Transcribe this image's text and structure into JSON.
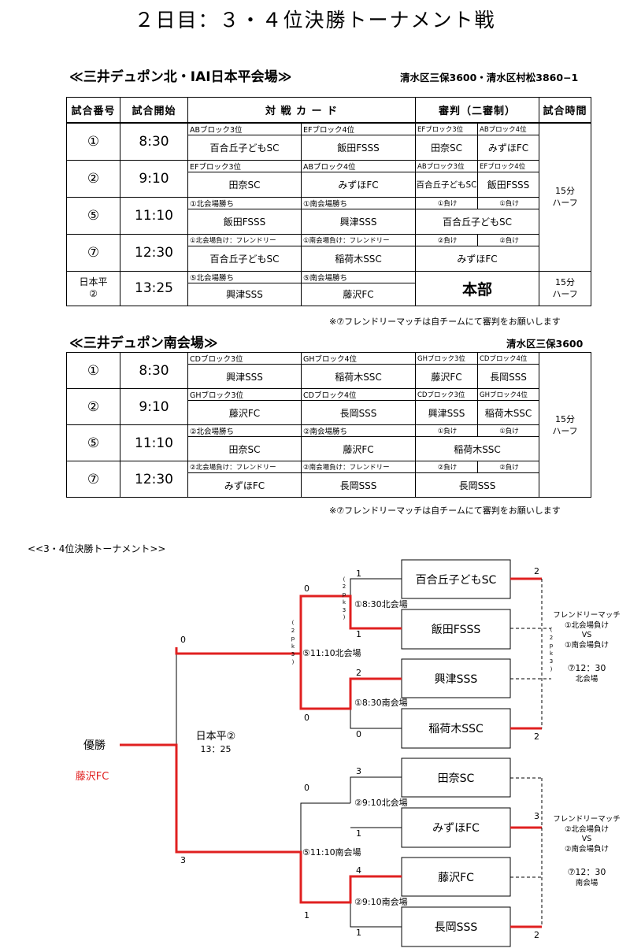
{
  "page": {
    "title": "２日目：３・４位決勝トーナメント戦"
  },
  "venue1": {
    "name": "≪三井デュポン北・IAI日本平会場≫",
    "address": "清水区三保3600・清水区村松3860−1",
    "headers": {
      "match_no": "試合番号",
      "start": "試合開始",
      "card": "対 戦 カ ー ド",
      "referee": "審判（二審制）",
      "duration": "試合時間"
    },
    "rows": [
      {
        "no": "①",
        "time": "8:30",
        "l1": "ABブロック3位",
        "t1": "百合丘子どもSC",
        "l2": "EFブロック4位",
        "t2": "飯田FSSS",
        "rl1": "EFブロック3位",
        "r1": "田奈SC",
        "rl2": "ABブロック4位",
        "r2": "みずほFC"
      },
      {
        "no": "②",
        "time": "9:10",
        "l1": "EFブロック3位",
        "t1": "田奈SC",
        "l2": "ABブロック4位",
        "t2": "みずほFC",
        "rl1": "ABブロック3位",
        "r1": "百合丘子どもSC",
        "rl2": "EFブロック4位",
        "r2": "飯田FSSS"
      },
      {
        "no": "⑤",
        "time": "11:10",
        "l1": "①北会場勝ち",
        "t1": "飯田FSSS",
        "l2": "①南会場勝ち",
        "t2": "興津SSS",
        "rl1": "①負け",
        "rl2": "①負け",
        "rteam": "百合丘子どもSC"
      },
      {
        "no": "⑦",
        "time": "12:30",
        "l1": "①北会場負け：フレンドリー",
        "t1": "百合丘子どもSC",
        "l2": "①南会場負け：フレンドリー",
        "t2": "稲荷木SSC",
        "rl1": "②負け",
        "rl2": "②負け",
        "rteam": "みずほFC"
      },
      {
        "no": "日本平\n②",
        "time": "13:25",
        "l1": "⑤北会場勝ち",
        "t1": "興津SSS",
        "l2": "⑤南会場勝ち",
        "t2": "藤沢FC",
        "rteam": "本部"
      }
    ],
    "duration_a": "15分\nハーフ",
    "duration_b": "15分\nハーフ",
    "note": "※⑦フレンドリーマッチは自チームにて審判をお願いします"
  },
  "venue2": {
    "name": "≪三井デュポン南会場≫",
    "address": "清水区三保3600",
    "rows": [
      {
        "no": "①",
        "time": "8:30",
        "l1": "CDブロック3位",
        "t1": "興津SSS",
        "l2": "GHブロック4位",
        "t2": "稲荷木SSC",
        "rl1": "GHブロック3位",
        "r1": "藤沢FC",
        "rl2": "CDブロック4位",
        "r2": "長岡SSS"
      },
      {
        "no": "②",
        "time": "9:10",
        "l1": "GHブロック3位",
        "t1": "藤沢FC",
        "l2": "CDブロック4位",
        "t2": "長岡SSS",
        "rl1": "CDブロック3位",
        "r1": "興津SSS",
        "rl2": "GHブロック4位",
        "r2": "稲荷木SSC"
      },
      {
        "no": "⑤",
        "time": "11:10",
        "l1": "②北会場勝ち",
        "t1": "田奈SC",
        "l2": "②南会場勝ち",
        "t2": "藤沢FC",
        "rl1": "①負け",
        "rl2": "①負け",
        "rteam": "稲荷木SSC"
      },
      {
        "no": "⑦",
        "time": "12:30",
        "l1": "②北会場負け：フレンドリー",
        "t1": "みずほFC",
        "l2": "②南会場負け：フレンドリー",
        "t2": "長岡SSS",
        "rl1": "②負け",
        "rl2": "②負け",
        "rteam": "長岡SSS"
      }
    ],
    "duration": "15分\nハーフ",
    "note": "※⑦フレンドリーマッチは自チームにて審判をお願いします"
  },
  "bracket": {
    "title": "<<3・4位決勝トーナメント>>",
    "teams": [
      "百合丘子どもSC",
      "飯田FSSS",
      "興津SSS",
      "稲荷木SSC",
      "田奈SC",
      "みずほFC",
      "藤沢FC",
      "長岡SSS"
    ],
    "first_round_scores": [
      "1",
      "1",
      "2",
      "0",
      "3",
      "1",
      "4",
      "1"
    ],
    "first_round_labels": [
      "①8:30北会場",
      "①8:30南会場",
      "②9:10北会場",
      "②9:10南会場"
    ],
    "pk_top": [
      "(",
      "2",
      "p",
      "k",
      "3",
      ")"
    ],
    "pk_semi": [
      "(",
      "2",
      "p",
      "k",
      "3",
      ")"
    ],
    "pk_friendly": [
      "(",
      "2",
      "p",
      "k",
      "3",
      ")"
    ],
    "semi_scores": [
      "0",
      "0",
      "0",
      "1"
    ],
    "semi_labels": [
      "⑤11:10北会場",
      "⑤11:10南会場"
    ],
    "final_scores": [
      "0",
      "3"
    ],
    "final_label": "日本平②",
    "final_time": "13：25",
    "champion_label": "優勝",
    "champion": "藤沢FC",
    "friendly_scores": [
      "2",
      "2",
      "3",
      "2"
    ],
    "friendly1": [
      "フレンドリーマッチ",
      "①北会場負け",
      "VS",
      "①南会場負け",
      "⑦12：30",
      "北会場"
    ],
    "friendly2": [
      "フレンドリーマッチ",
      "②北会場負け",
      "VS",
      "②南会場負け",
      "⑦12：30",
      "南会場"
    ],
    "colors": {
      "winner_line": "#e02020",
      "line": "#000000",
      "champion_text": "#e02020"
    }
  }
}
